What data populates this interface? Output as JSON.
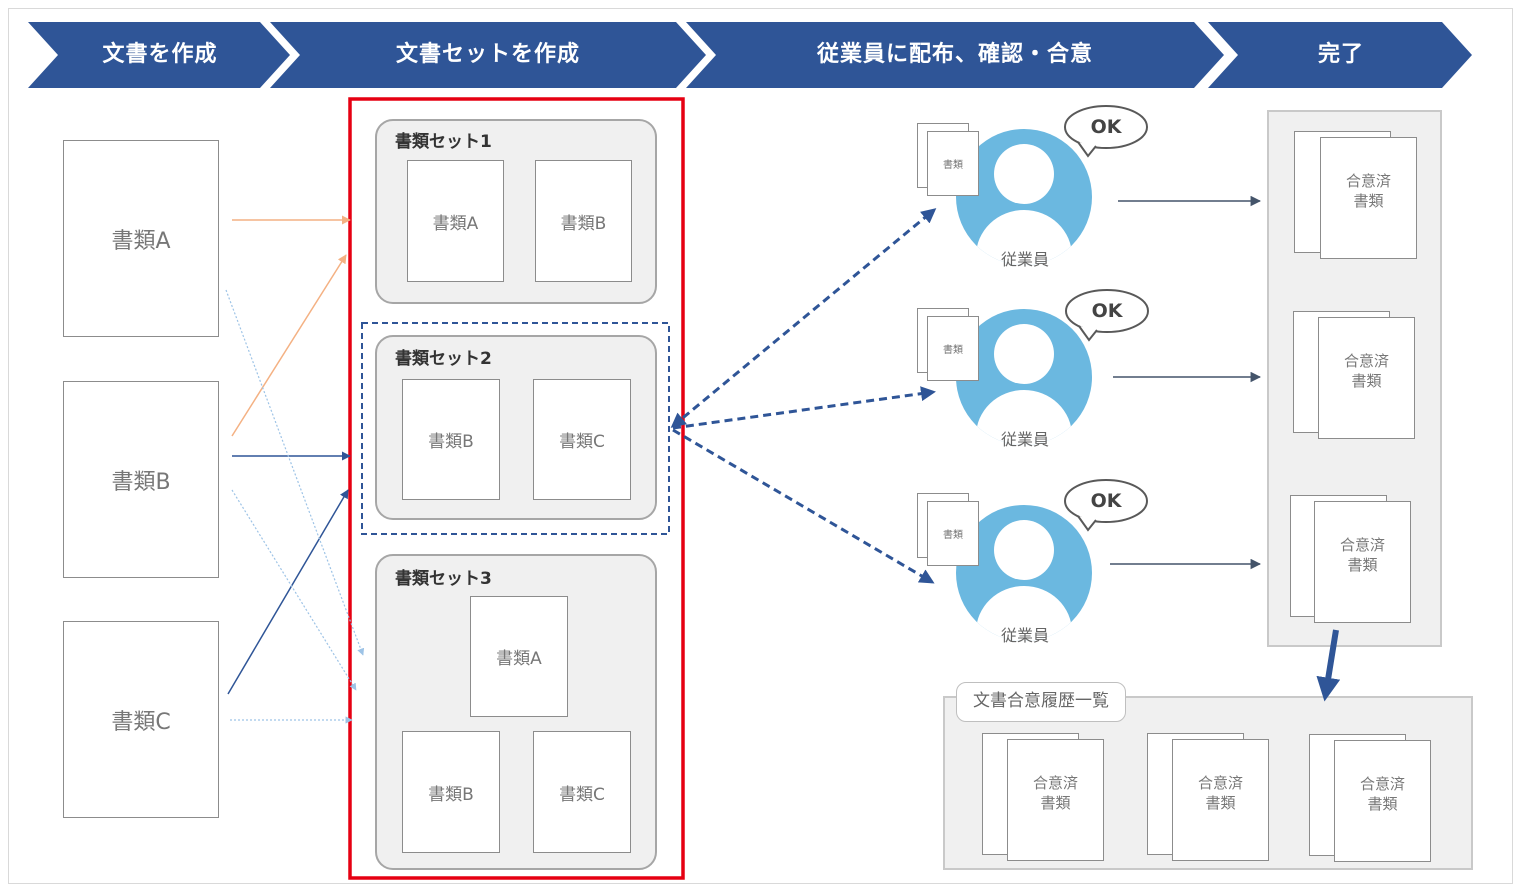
{
  "steps": [
    "文書を作成",
    "文書セットを作成",
    "従業員に配布、確認・合意",
    "完了"
  ],
  "source_docs": [
    "書類A",
    "書類B",
    "書類C"
  ],
  "doc_sets": [
    {
      "title": "書類セット1",
      "docs": [
        "書類A",
        "書類B"
      ]
    },
    {
      "title": "書類セット2",
      "docs": [
        "書類B",
        "書類C"
      ]
    },
    {
      "title": "書類セット3",
      "docs": [
        "書類A",
        "書類B",
        "書類C"
      ]
    }
  ],
  "employees": [
    {
      "label": "従業員",
      "doc_label": "書類",
      "ok": "OK"
    },
    {
      "label": "従業員",
      "doc_label": "書類",
      "ok": "OK"
    },
    {
      "label": "従業員",
      "doc_label": "書類",
      "ok": "OK"
    }
  ],
  "completed_docs": [
    "合意済\n書類",
    "合意済\n書類",
    "合意済\n書類"
  ],
  "history": {
    "title": "文書合意履歴一覧",
    "docs": [
      "合意済\n書類",
      "合意済\n書類",
      "合意済\n書類"
    ]
  },
  "colors": {
    "chevron": "#2f5597",
    "highlight": "#e60012",
    "person": "#6bb8e0",
    "arrow_orange": "#f4b183",
    "arrow_blue": "#2f5597",
    "arrow_dotted": "#9dc3e6"
  }
}
